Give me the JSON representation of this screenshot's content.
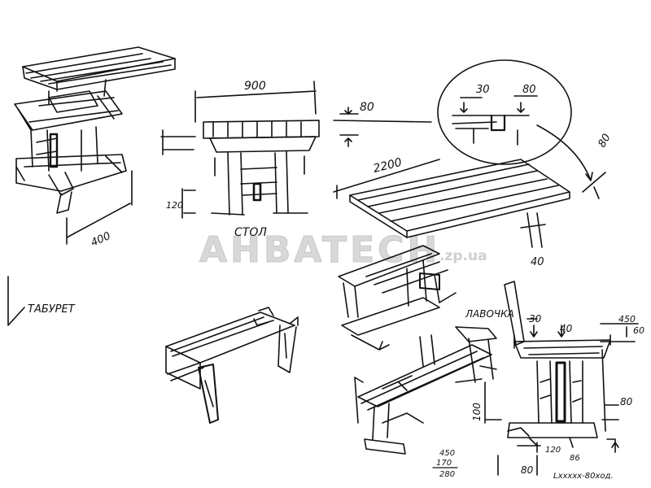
{
  "watermark": {
    "main": "AHBATECH",
    "domain": ".zp.ua"
  },
  "stool": {
    "name": "ТАБУРЕТ",
    "dim_depth": "400"
  },
  "table": {
    "name": "СТОЛ",
    "dim_width": "900",
    "dim_top": "80",
    "dim_leg": "120",
    "dim_length": "2200",
    "dim_thick": "40",
    "dim_edge": "80"
  },
  "detail": {
    "dim_left": "30",
    "dim_right": "80"
  },
  "bench": {
    "name": "ЛАВОЧКА",
    "dim_a": "30",
    "dim_b": "40",
    "dim_c": "450",
    "dim_d": "60",
    "dim_e": "80",
    "dim_f": "100",
    "dim_g": "120",
    "dim_h": "80",
    "dim_i": "86",
    "sum_1": "450",
    "sum_2": "170",
    "sum_3": "280",
    "note": "Lxxxxx-80ход."
  }
}
